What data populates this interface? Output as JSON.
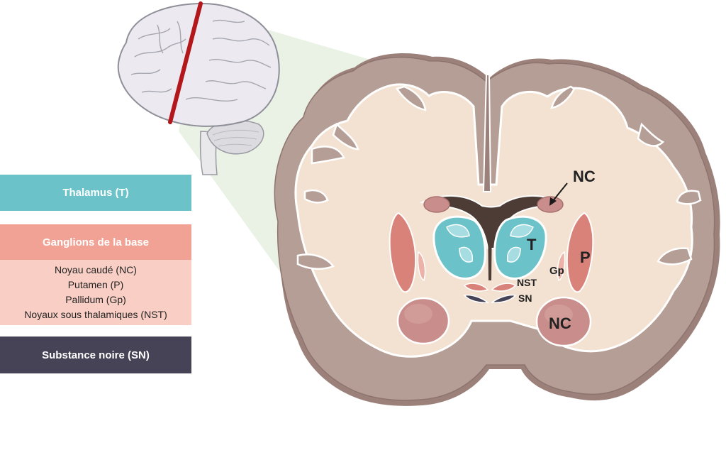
{
  "legend": {
    "thalamus": "Thalamus (T)",
    "ganglions_title": "Ganglions de la base",
    "ganglions_items": [
      "Noyau caudé (NC)",
      "Putamen (P)",
      "Pallidum (Gp)",
      "Noyaux sous thalamiques (NST)"
    ],
    "substance_noire": "Substance noire (SN)"
  },
  "labels": {
    "nc_top": "NC",
    "t": "T",
    "p": "P",
    "gp": "Gp",
    "nst": "NST",
    "sn": "SN",
    "nc_bottom": "NC"
  },
  "colors": {
    "thalamus": "#6bc2c9",
    "ganglions": "#f2a294",
    "ganglions_light": "#f9cfc5",
    "substance_noire": "#454355",
    "cortex": "#b59e96",
    "white_matter": "#f3e2d2",
    "section_line": "#b3161b"
  }
}
